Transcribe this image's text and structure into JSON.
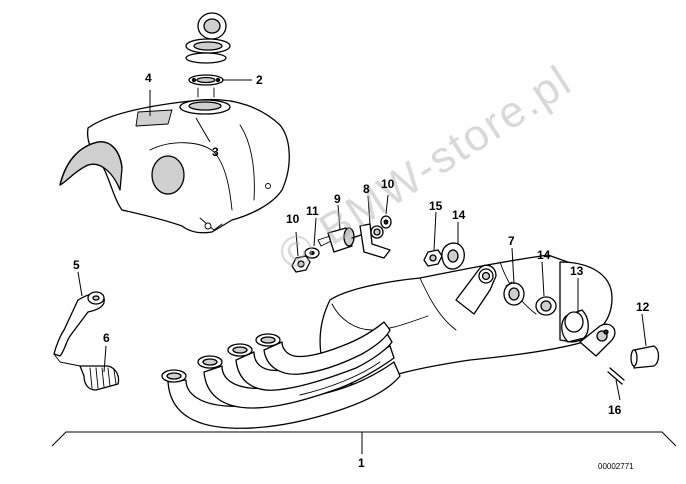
{
  "diagram_number": "00002771",
  "watermark": "© BMW-store.pl",
  "callouts": {
    "c1": "1",
    "c2": "2",
    "c3": "3",
    "c4": "4",
    "c5": "5",
    "c6": "6",
    "c7": "7",
    "c8": "8",
    "c9": "9",
    "c10a": "10",
    "c10b": "10",
    "c11": "11",
    "c12": "12",
    "c13": "13",
    "c14a": "14",
    "c14b": "14",
    "c15": "15",
    "c16": "16"
  }
}
